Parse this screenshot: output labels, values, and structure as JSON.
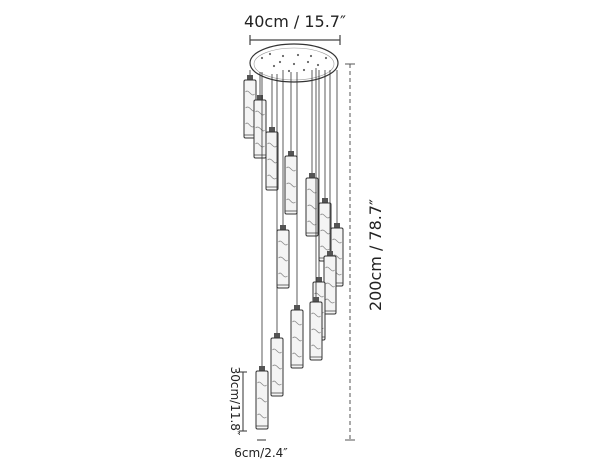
{
  "dimensions": {
    "canopy_diameter": "40cm / 15.7″",
    "total_drop": "200cm / 78.7″",
    "pendant_height": "30cm/11.8″",
    "pendant_diameter": "6cm/2.4″"
  },
  "colors": {
    "line": "#333333",
    "glass": "#f4f4f4",
    "dimension_line": "#555555"
  }
}
